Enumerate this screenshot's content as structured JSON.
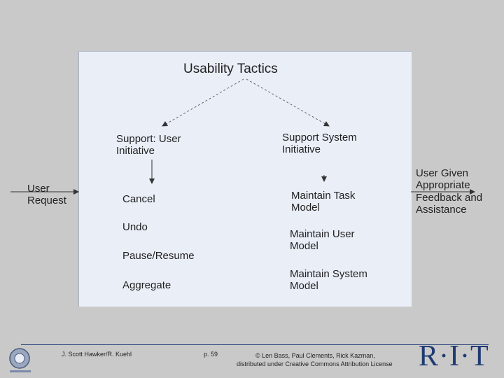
{
  "diagram": {
    "title": "Usability Tactics",
    "left_branch": "Support: User\nInitiative",
    "right_branch": "Support System\nInitiative",
    "left_tactics": [
      "Cancel",
      "Undo",
      "Pause/Resume",
      "Aggregate"
    ],
    "right_tactics": [
      "Maintain Task\nModel",
      "Maintain User\nModel",
      "Maintain System\nModel"
    ],
    "input_label": "User\nRequest",
    "output_label": "User Given\nAppropriate\nFeedback and\nAssistance"
  },
  "footer": {
    "authors": "J. Scott Hawker/R. Kuehl",
    "page": "p. 59",
    "copyright_line1": "© Len Bass, Paul Clements, Rick Kazman,",
    "copyright_line2": "distributed under Creative Commons Attribution License",
    "logo_right": "R·I·T"
  },
  "colors": {
    "background": "#c9c9c9",
    "panel": "#e9eef7",
    "rit_blue": "#1f3b73"
  }
}
